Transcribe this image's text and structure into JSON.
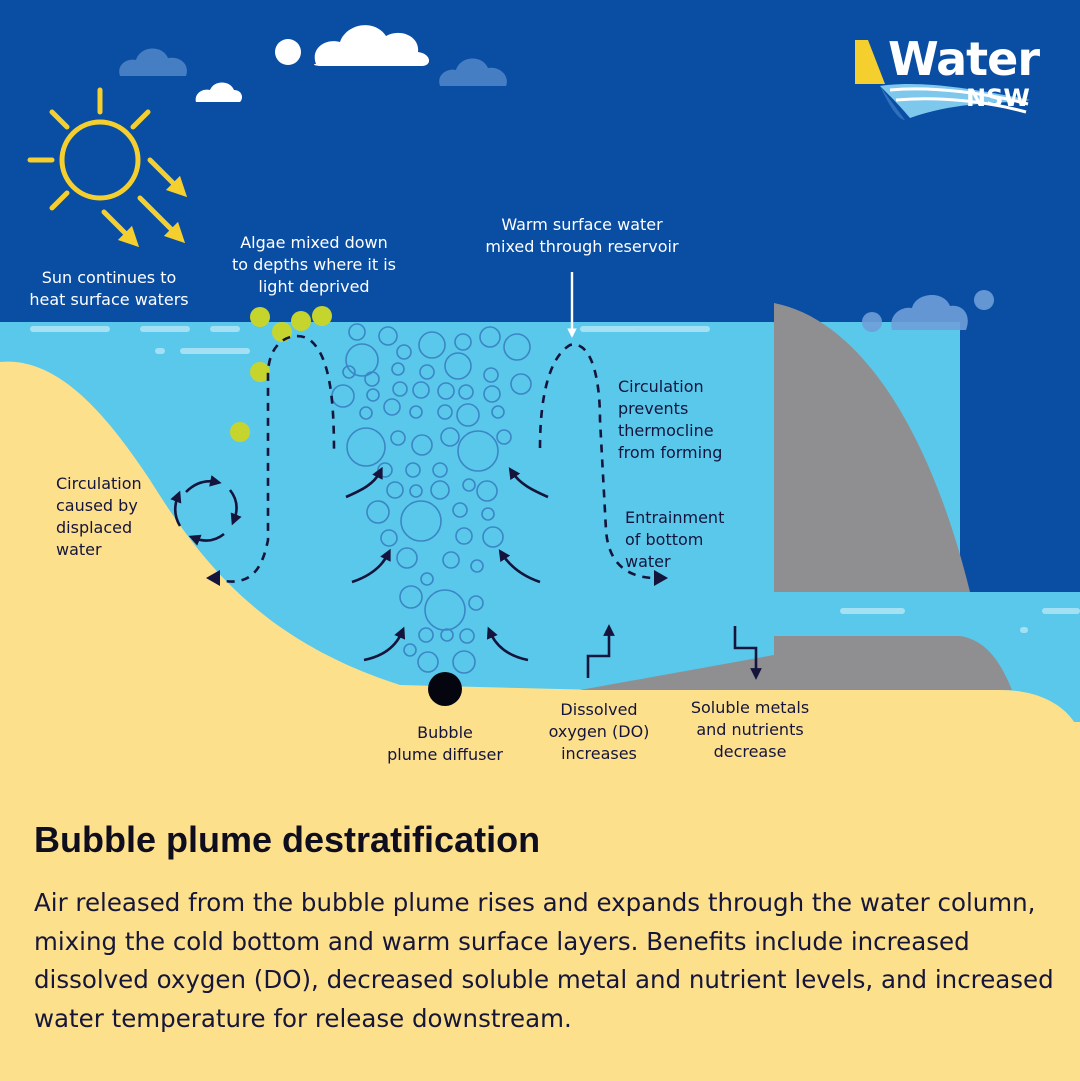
{
  "brand": {
    "name": "Water",
    "region": "NSW"
  },
  "colors": {
    "sky": "#0a4ea3",
    "water": "#5ac8ea",
    "sand": "#fde08b",
    "dam": "#8f8f91",
    "sun": "#f5cf2e",
    "algae": "#c6d52e",
    "ink": "#14143c"
  },
  "labels": {
    "sun": "Sun continues to\nheat surface waters",
    "algae": "Algae mixed down\nto depths where it is\nlight deprived",
    "warm_surface": "Warm surface water\nmixed through reservoir",
    "circulation_thermocline": "Circulation\nprevents\nthermocline\nfrom forming",
    "circulation_displaced": "Circulation\ncaused by\ndisplaced\nwater",
    "entrainment": "Entrainment\nof bottom\nwater",
    "diffuser": "Bubble\nplume diffuser",
    "dissolved_oxygen": "Dissolved\noxygen (DO)\nincreases",
    "soluble_metals": "Soluble metals\nand nutrients\ndecrease"
  },
  "caption": {
    "title": "Bubble plume destratification",
    "body": "Air released from the bubble plume rises and expands through the water column, mixing the cold bottom and warm surface layers. Benefits include increased dissolved oxygen (DO), decreased soluble metal and nutrient levels, and increased water temperature for release downstream."
  },
  "icons": [
    "sun-icon",
    "cloud-icon",
    "algae-dot",
    "bubble",
    "flow-arrow",
    "circulation-cycle-icon",
    "diffuser-icon",
    "step-arrow-up-icon",
    "step-arrow-down-icon",
    "water-nsw-logo"
  ]
}
